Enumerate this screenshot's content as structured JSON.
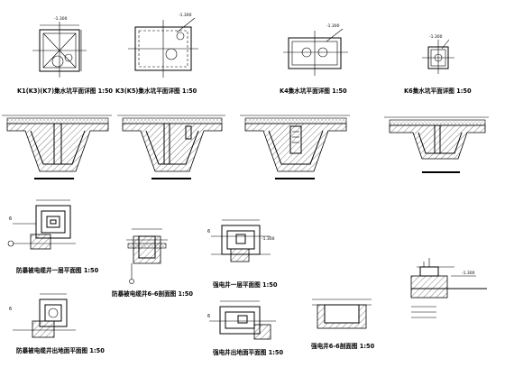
{
  "captions": {
    "k1": "K1(K3)(K7)集水坑平面详图  1:50",
    "k3": "K3(K5)集水坑平面详图  1:50",
    "k4": "K4集水坑平面详图  1:50",
    "k6": "K6集水坑平面详图  1:50",
    "lift_f1": "防暴被电缆井一层平面图  1:50",
    "lift_66": "防暴被电缆井6-6剖面图  1:50",
    "elec_f1": "强电井一层平面图  1:50",
    "lift_exit": "防暴被电缆井出地面平面图  1:50",
    "elec_exit": "强电井出地面平面图  1:50",
    "elec_66": "强电井6-6剖面图  1:50"
  },
  "elevations": {
    "e1": "-1.300",
    "e2": "-1.300",
    "e3": "-1.300",
    "e4": "-1.300",
    "e5": "-1.300",
    "e6": "-1.300"
  },
  "marks": {
    "six": "6"
  }
}
